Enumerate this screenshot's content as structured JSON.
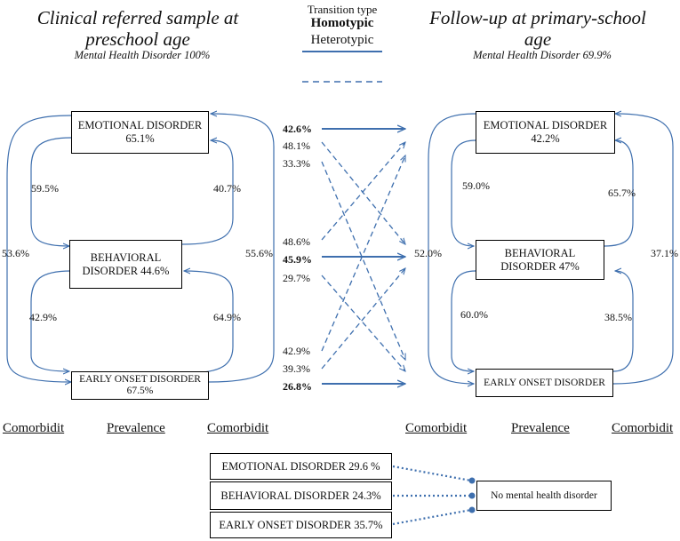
{
  "left": {
    "title": "Clinical referred sample at preschool age",
    "subtitle": "Mental Health Disorder 100%",
    "boxes": {
      "emotional": "EMOTIONAL DISORDER 65.1%",
      "behavioral": "BEHAVIORAL DISORDER 44.6%",
      "early": "EARLY ONSET DISORDER 67.5%"
    },
    "labels": {
      "emo_beh": "59.5%",
      "beh_emo": "40.7%",
      "beh_early": "42.9%",
      "early_beh": "64.9%",
      "outer_left": "53.6%",
      "outer_right": "55.6%"
    }
  },
  "right": {
    "title": "Follow-up at primary-school age",
    "subtitle": "Mental Health Disorder 69.9%",
    "boxes": {
      "emotional": "EMOTIONAL DISORDER 42.2%",
      "behavioral": "BEHAVIORAL DISORDER 47%",
      "early": "EARLY ONSET DISORDER"
    },
    "labels": {
      "emo_beh": "59.0%",
      "beh_emo": "65.7%",
      "beh_early": "60.0%",
      "early_beh": "38.5%",
      "outer_left": "52.0%",
      "outer_right": "37.1%"
    }
  },
  "legend": {
    "title": "Transition type",
    "homotypic": "Homotypic",
    "heterotypic": "Heterotypic"
  },
  "transitions": {
    "emotional": [
      "42.6%",
      "48.1%",
      "33.3%"
    ],
    "behavioral": [
      "48.6%",
      "45.9%",
      "29.7%"
    ],
    "early": [
      "42.9%",
      "39.3%",
      "26.8%"
    ]
  },
  "headers": {
    "left_comorbidity_a": "Comorbidit",
    "left_prevalence": "Prevalence",
    "left_comorbidity_b": "Comorbidit",
    "right_comorbidity_a": "Comorbidit",
    "right_prevalence": "Prevalence",
    "right_comorbidity_b": "Comorbidit"
  },
  "bottom": {
    "emotional": "EMOTIONAL DISORDER 29.6 %",
    "behavioral": "BEHAVIORAL DISORDER 24.3%",
    "early": "EARLY ONSET DISORDER 35.7%",
    "none": "No mental health disorder"
  },
  "colors": {
    "arrow": "#3e6fae"
  }
}
